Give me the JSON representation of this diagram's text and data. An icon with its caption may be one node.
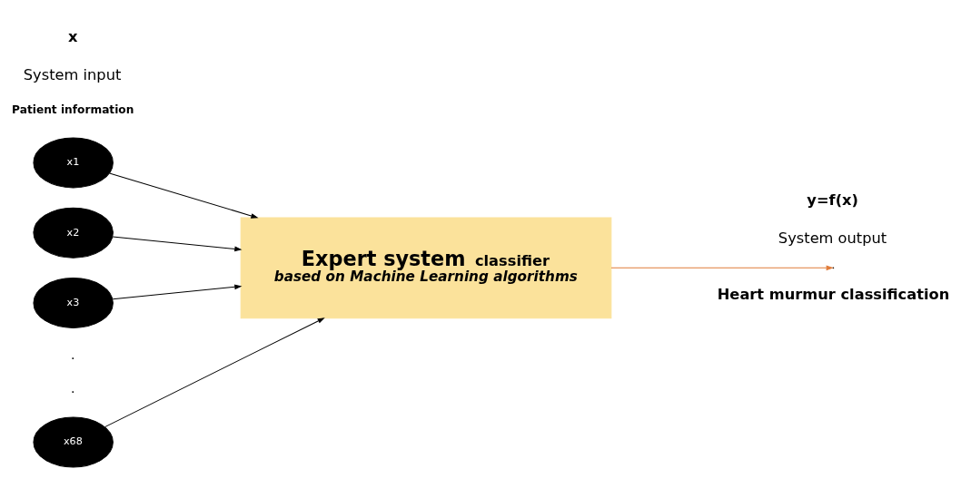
{
  "diagram": {
    "nodes": [
      {
        "text": [
          "x1"
        ]
      },
      {
        "text": [
          "x2"
        ]
      },
      {
        "text": [
          "x3"
        ]
      },
      {
        "text": [
          "x68"
        ]
      },
      {
        "text": [
          "Expert system",
          "classifier",
          "based on Machine Learning algorithms"
        ]
      }
    ],
    "edges": [
      {
        "from": 0,
        "to": 4,
        "arrow": "to"
      },
      {
        "from": 1,
        "to": 4,
        "arrow": "to"
      },
      {
        "from": 2,
        "to": 4,
        "arrow": "to"
      },
      {
        "from": 3,
        "to": 4,
        "arrow": "to"
      },
      {
        "from": 4,
        "to": null,
        "arrow": "to",
        "color": "#e07b39"
      }
    ],
    "labels": [
      "x",
      "System input",
      "Patient information",
      ".",
      ".",
      "y=f(x)",
      "System output",
      "Heart murmur classification"
    ]
  }
}
